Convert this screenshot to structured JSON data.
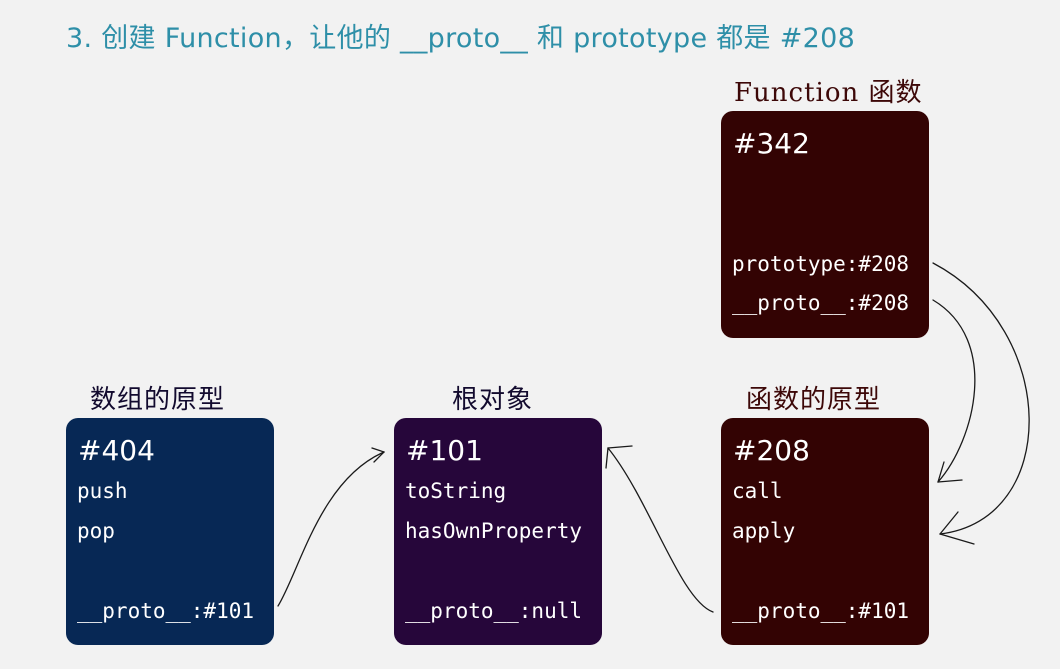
{
  "title": "3. 创建 Function，让他的 __proto__ 和 prototype 都是 #208",
  "colors": {
    "title": "#2e8fa8",
    "array_proto_box": "#072855",
    "root_box": "#26063a",
    "function_box": "#330303",
    "label_dark": "#120a2e",
    "label_maroon": "#3d0808"
  },
  "boxes": {
    "function_obj": {
      "label": "Function 函数",
      "address": "#342",
      "prototype": "prototype:#208",
      "proto": "__proto__:#208"
    },
    "array_proto": {
      "label": "数组的原型",
      "address": "#404",
      "method1": "push",
      "method2": "pop",
      "proto": "__proto__:#101"
    },
    "root": {
      "label": "根对象",
      "address": "#101",
      "method1": "toString",
      "method2": "hasOwnProperty",
      "proto": "__proto__:null"
    },
    "function_proto": {
      "label": "函数的原型",
      "address": "#208",
      "method1": "call",
      "method2": "apply",
      "proto": "__proto__:#101"
    }
  }
}
